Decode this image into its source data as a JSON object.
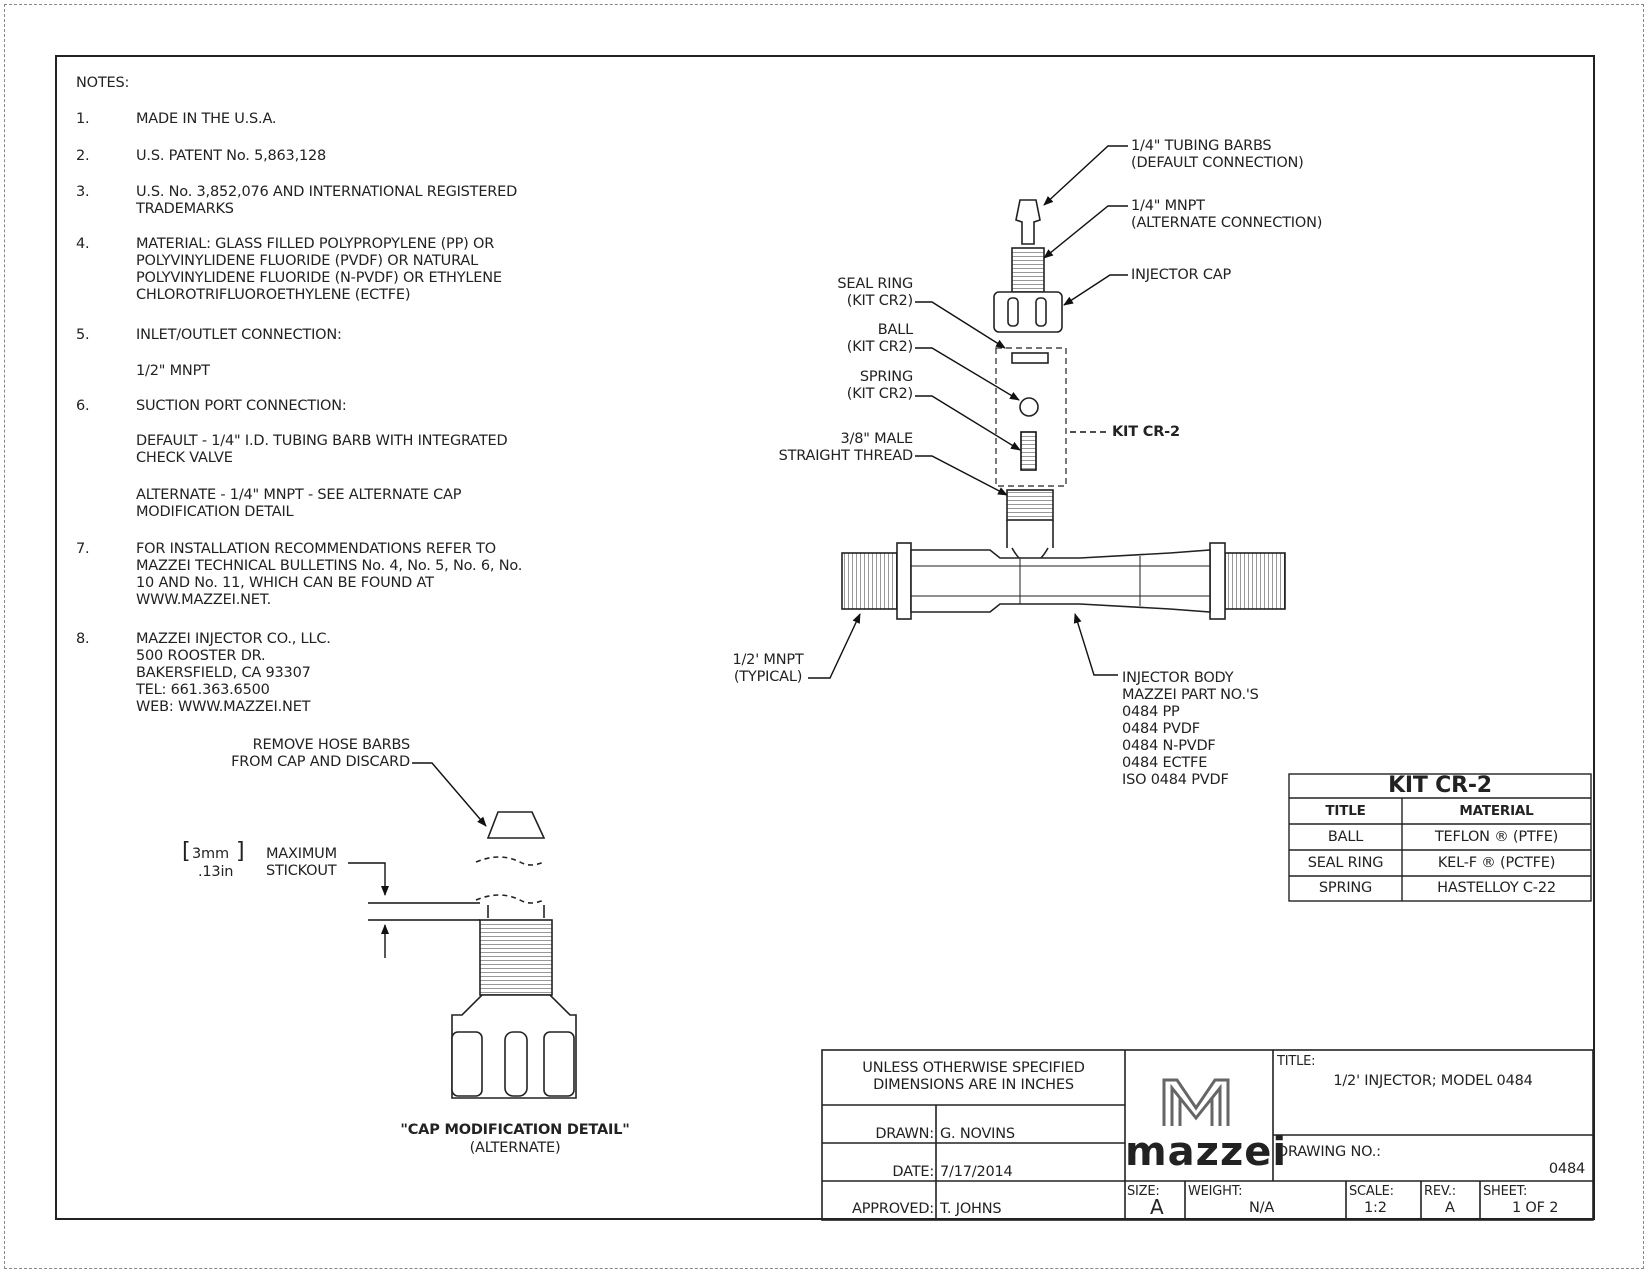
{
  "notes": {
    "heading": "NOTES:",
    "items": [
      {
        "num": "1.",
        "text": "MADE IN THE U.S.A."
      },
      {
        "num": "2.",
        "text": "U.S. PATENT No. 5,863,128"
      },
      {
        "num": "3.",
        "text": "U.S. No. 3,852,076 AND INTERNATIONAL REGISTERED\nTRADEMARKS"
      },
      {
        "num": "4.",
        "text": "MATERIAL: GLASS FILLED POLYPROPYLENE (PP) OR\nPOLYVINYLIDENE FLUORIDE (PVDF) OR NATURAL\nPOLYVINYLIDENE FLUORIDE (N-PVDF) OR ETHYLENE\nCHLOROTRIFLUOROETHYLENE (ECTFE)"
      },
      {
        "num": "5.",
        "text": "INLET/OUTLET CONNECTION:"
      },
      {
        "num": "",
        "text": " 1/2\" MNPT"
      },
      {
        "num": "6.",
        "text": "SUCTION PORT CONNECTION:"
      },
      {
        "num": "",
        "text": "DEFAULT - 1/4\" I.D. TUBING BARB WITH INTEGRATED\nCHECK VALVE"
      },
      {
        "num": "",
        "text": "ALTERNATE - 1/4\" MNPT - SEE ALTERNATE CAP\nMODIFICATION DETAIL"
      },
      {
        "num": "7.",
        "text": "FOR INSTALLATION RECOMMENDATIONS REFER TO\nMAZZEI TECHNICAL BULLETINS No. 4, No. 5, No. 6, No.\n10 AND No. 11, WHICH CAN BE FOUND AT\nWWW.MAZZEI.NET."
      },
      {
        "num": "8.",
        "text": "MAZZEI INJECTOR CO., LLC.\n500 ROOSTER DR.\nBAKERSFIELD, CA 93307\nTEL: 661.363.6500\nWEB: WWW.MAZZEI.NET"
      }
    ]
  },
  "callouts": {
    "tubing_barbs": "1/4\" TUBING BARBS\n(DEFAULT CONNECTION)",
    "mnpt_quarter": "1/4\" MNPT\n(ALTERNATE CONNECTION)",
    "injector_cap": "INJECTOR CAP",
    "seal_ring": "SEAL RING\n(KIT CR2)",
    "ball": "BALL\n(KIT CR2)",
    "spring": "SPRING\n(KIT CR2)",
    "straight_thread": "3/8\" MALE\nSTRAIGHT THREAD",
    "kit_label": "KIT CR-2",
    "half_mnpt": "1/2' MNPT\n(TYPICAL)",
    "injector_body": "INJECTOR BODY\nMAZZEI PART NO.'S\n0484 PP\n0484 PVDF\n0484 N-PVDF\n0484 ECTFE\nISO 0484 PVDF"
  },
  "detail": {
    "remove_barbs": "REMOVE HOSE BARBS\nFROM CAP AND DISCARD",
    "stickout_mm": "3mm",
    "stickout_in": ".13in",
    "stickout_label": "MAXIMUM\nSTICKOUT",
    "title": "\"CAP MODIFICATION DETAIL\"",
    "subtitle": "(ALTERNATE)"
  },
  "kit_table": {
    "title": "KIT CR-2",
    "headers": [
      "TITLE",
      "MATERIAL"
    ],
    "rows": [
      [
        "BALL",
        "TEFLON ® (PTFE)"
      ],
      [
        "SEAL RING",
        "KEL-F ® (PCTFE)"
      ],
      [
        "SPRING",
        "HASTELLOY C-22"
      ]
    ]
  },
  "title_block": {
    "spec": "UNLESS OTHERWISE SPECIFIED\nDIMENSIONS ARE IN INCHES",
    "drawn_label": "DRAWN:",
    "drawn_value": "G. NOVINS",
    "date_label": "DATE:",
    "date_value": "7/17/2014",
    "approved_label": "APPROVED:",
    "approved_value": "T. JOHNS",
    "logo_text": "mazzei",
    "title_label": "TITLE:",
    "title_value": "1/2' INJECTOR; MODEL 0484",
    "drawing_no_label": "DRAWING NO.:",
    "drawing_no_value": "0484",
    "size_label": "SIZE:",
    "size_value": "A",
    "weight_label": "WEIGHT:",
    "weight_value": "N/A",
    "scale_label": "SCALE:",
    "scale_value": "1:2",
    "rev_label": "REV.:",
    "rev_value": "A",
    "sheet_label": "SHEET:",
    "sheet_value": "1 OF 2"
  }
}
